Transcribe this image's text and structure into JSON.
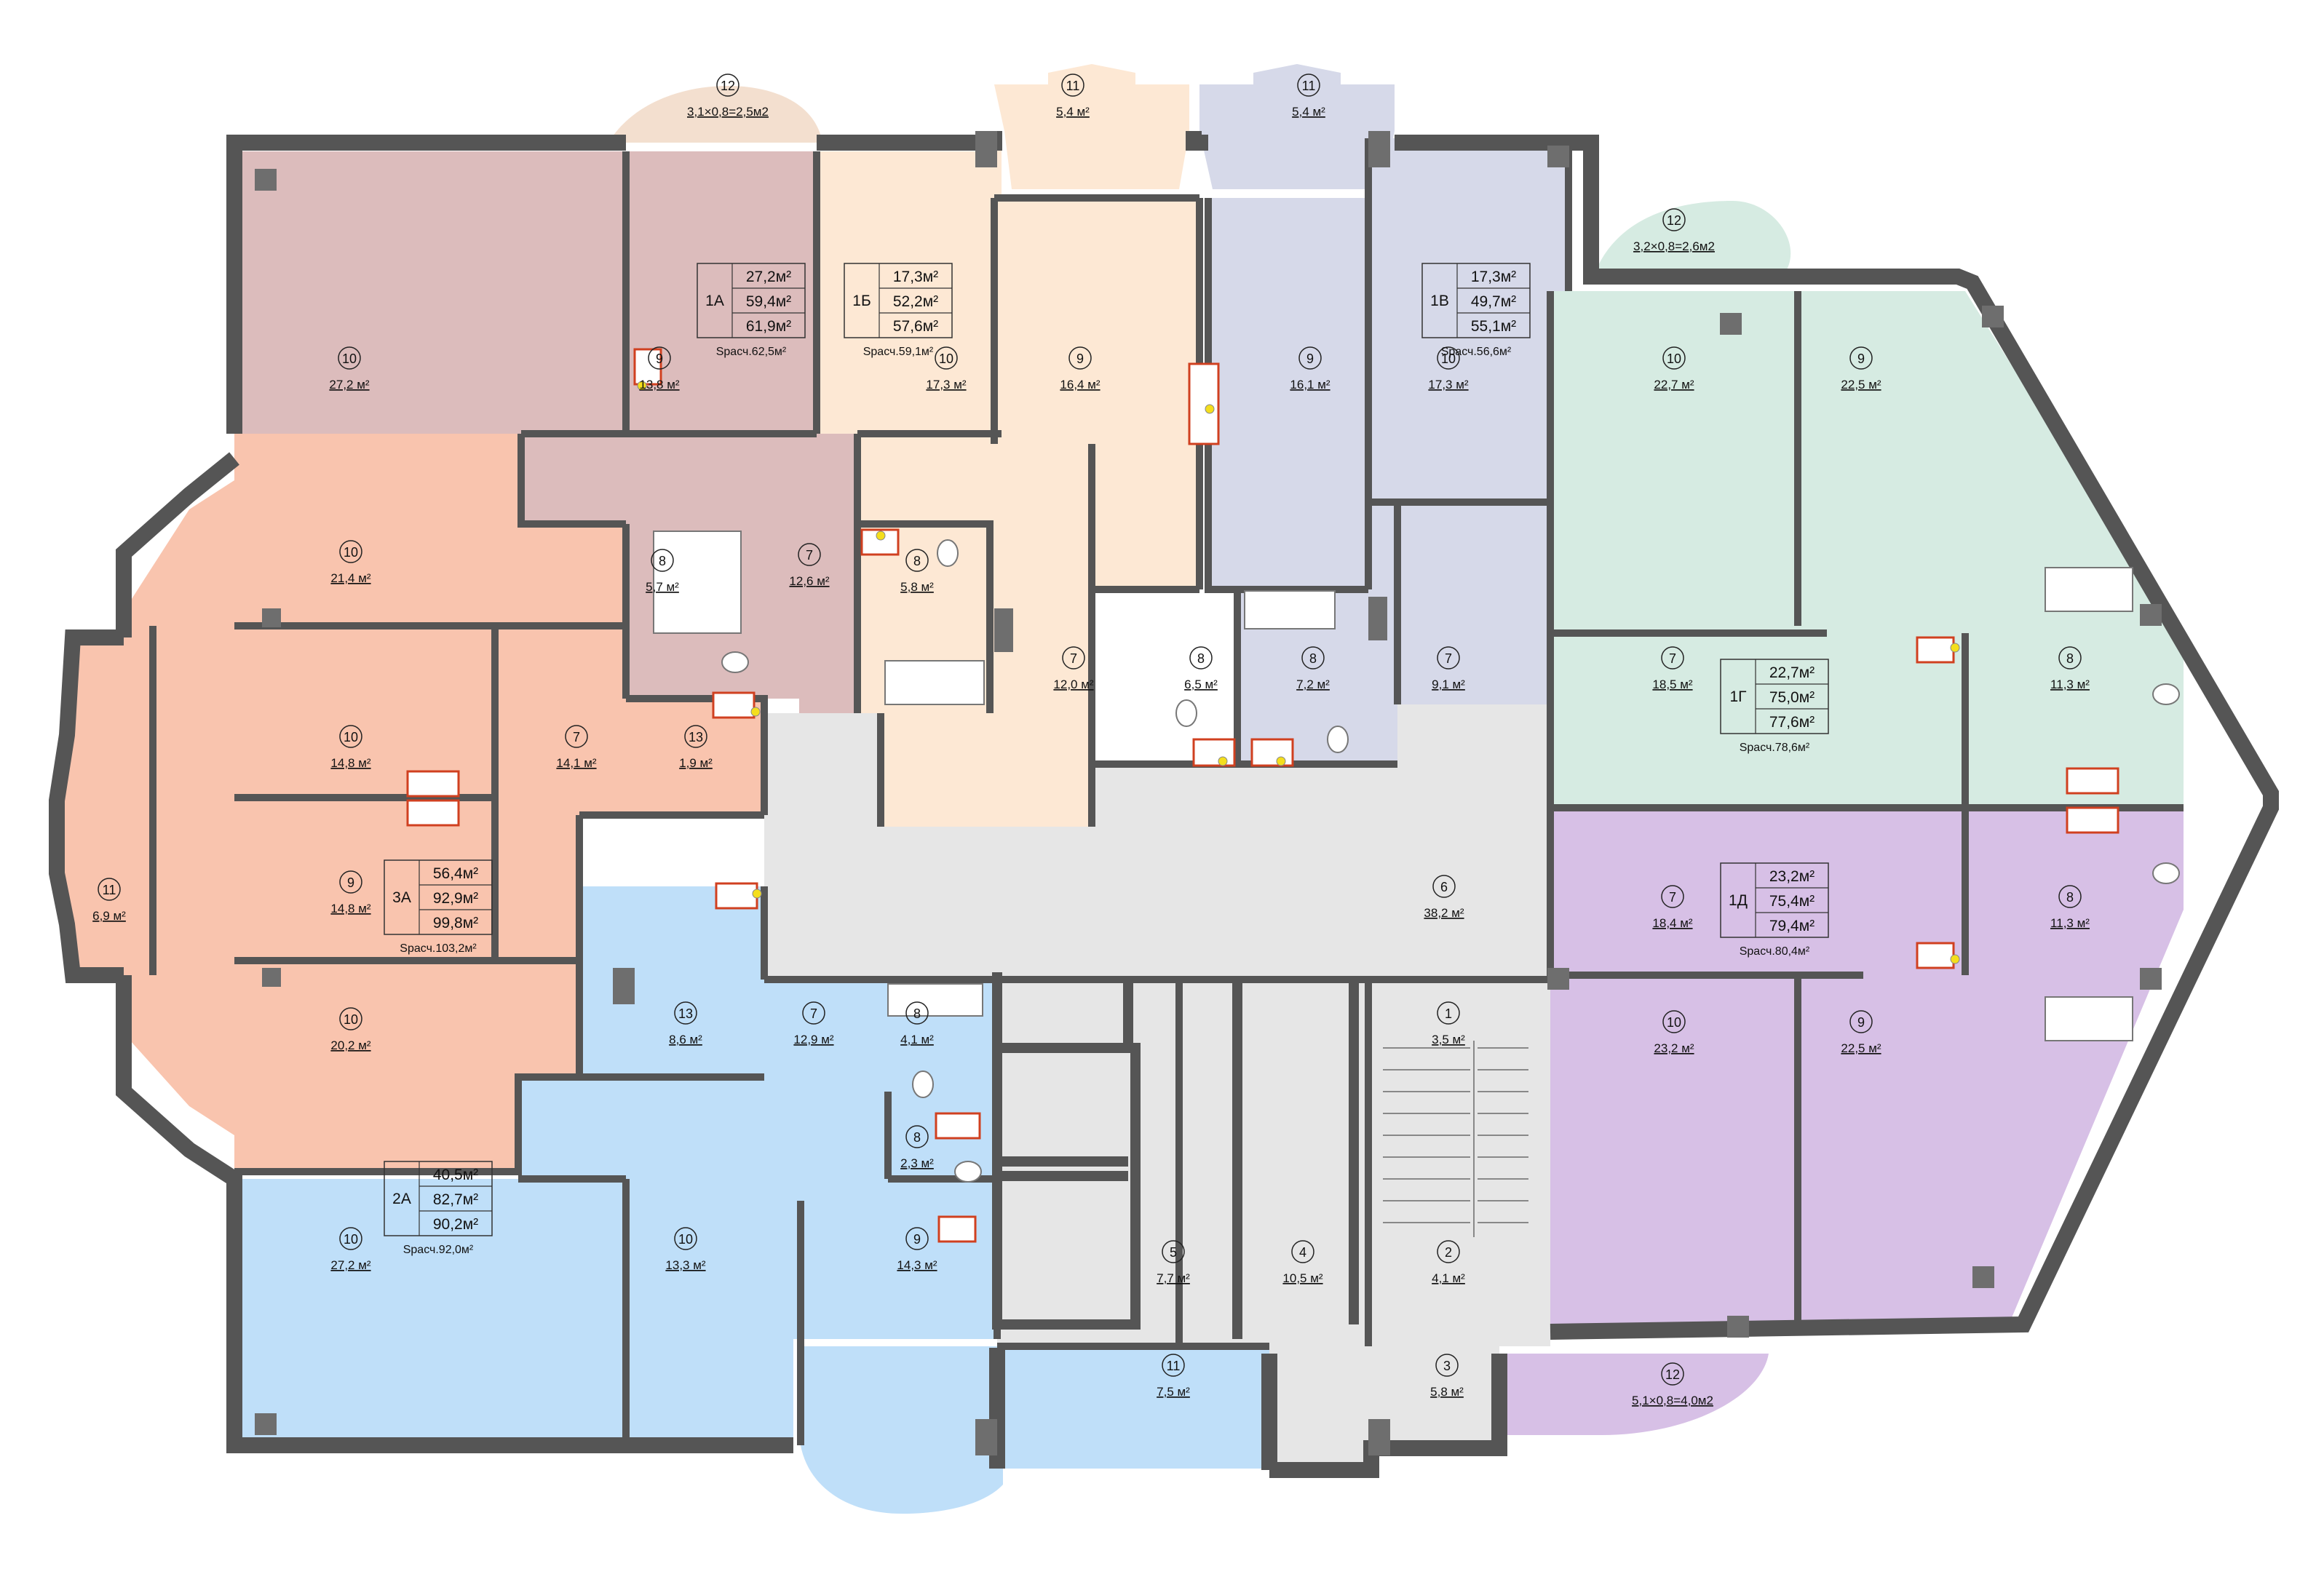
{
  "plan": {
    "apartments": [
      {
        "code": "1А",
        "living": "27,2м²",
        "total": "59,4м²",
        "with_balcony": "61,9м²",
        "calc": "Sрасч.62,5м²",
        "color": "#dcbcbc"
      },
      {
        "code": "1Б",
        "living": "17,3м²",
        "total": "52,2м²",
        "with_balcony": "57,6м²",
        "calc": "Sрасч.59,1м²",
        "color": "#fde8d4"
      },
      {
        "code": "1В",
        "living": "17,3м²",
        "total": "49,7м²",
        "with_balcony": "55,1м²",
        "calc": "Sрасч.56,6м²",
        "color": "#d6d9e9"
      },
      {
        "code": "1Г",
        "living": "22,7м²",
        "total": "75,0м²",
        "with_balcony": "77,6м²",
        "calc": "Sрасч.78,6м²",
        "color": "#d6ebe2"
      },
      {
        "code": "1Д",
        "living": "23,2м²",
        "total": "75,4м²",
        "with_balcony": "79,4м²",
        "calc": "Sрасч.80,4м²",
        "color": "#d7c0e6"
      },
      {
        "code": "3А",
        "living": "56,4м²",
        "total": "92,9м²",
        "with_balcony": "99,8м²",
        "calc": "Sрасч.103,2м²",
        "color": "#f9c4ae"
      },
      {
        "code": "2А",
        "living": "40,5м²",
        "total": "82,7м²",
        "with_balcony": "90,2м²",
        "calc": "Sрасч.92,0м²",
        "color": "#bfdff9"
      }
    ],
    "common_color": "#e6e6e6",
    "rooms": [
      {
        "num": "12",
        "area": "3,1×0,8=2,5м2"
      },
      {
        "num": "10",
        "area": "27,2 м²"
      },
      {
        "num": "9",
        "area": "13,8 м²"
      },
      {
        "num": "10",
        "area": "21,4 м²"
      },
      {
        "num": "8",
        "area": "5,7 м²"
      },
      {
        "num": "7",
        "area": "12,6 м²"
      },
      {
        "num": "10",
        "area": "17,3 м²"
      },
      {
        "num": "8",
        "area": "5,8 м²"
      },
      {
        "num": "7",
        "area": "12,0 м²"
      },
      {
        "num": "9",
        "area": "16,4 м²"
      },
      {
        "num": "11",
        "area": "5,4 м²"
      },
      {
        "num": "8",
        "area": "6,5 м²"
      },
      {
        "num": "11",
        "area": "5,4 м²"
      },
      {
        "num": "9",
        "area": "16,1 м²"
      },
      {
        "num": "10",
        "area": "17,3 м²"
      },
      {
        "num": "8",
        "area": "7,2 м²"
      },
      {
        "num": "7",
        "area": "9,1 м²"
      },
      {
        "num": "12",
        "area": "3,2×0,8=2,6м2"
      },
      {
        "num": "10",
        "area": "22,7 м²"
      },
      {
        "num": "9",
        "area": "22,5 м²"
      },
      {
        "num": "7",
        "area": "18,5 м²"
      },
      {
        "num": "8",
        "area": "11,3 м²"
      },
      {
        "num": "10",
        "area": "14,8 м²"
      },
      {
        "num": "7",
        "area": "14,1 м²"
      },
      {
        "num": "13",
        "area": "1,9 м²"
      },
      {
        "num": "9",
        "area": "14,8 м²"
      },
      {
        "num": "11",
        "area": "6,9 м²"
      },
      {
        "num": "10",
        "area": "20,2 м²"
      },
      {
        "num": "6",
        "area": "38,2 м²"
      },
      {
        "num": "7",
        "area": "18,4 м²"
      },
      {
        "num": "8",
        "area": "11,3 м²"
      },
      {
        "num": "13",
        "area": "8,6 м²"
      },
      {
        "num": "7",
        "area": "12,9 м²"
      },
      {
        "num": "8",
        "area": "4,1 м²"
      },
      {
        "num": "8",
        "area": "2,3 м²"
      },
      {
        "num": "10",
        "area": "23,2 м²"
      },
      {
        "num": "9",
        "area": "22,5 м²"
      },
      {
        "num": "1",
        "area": "3,5 м²"
      },
      {
        "num": "10",
        "area": "27,2 м²"
      },
      {
        "num": "10",
        "area": "13,3 м²"
      },
      {
        "num": "9",
        "area": "14,3 м²"
      },
      {
        "num": "5",
        "area": "7,7 м²"
      },
      {
        "num": "4",
        "area": "10,5 м²"
      },
      {
        "num": "2",
        "area": "4,1 м²"
      },
      {
        "num": "11",
        "area": "7,5 м²"
      },
      {
        "num": "3",
        "area": "5,8 м²"
      },
      {
        "num": "12",
        "area": "5,1×0,8=4,0м2"
      }
    ]
  }
}
